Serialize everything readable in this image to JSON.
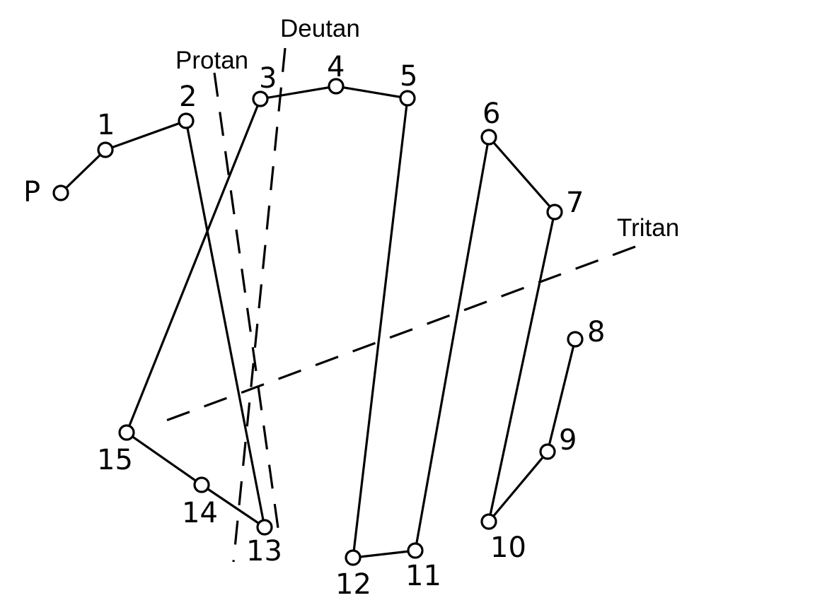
{
  "diagram": {
    "axis_labels": {
      "protan": "Protan",
      "deutan": "Deutan",
      "tritan": "Tritan"
    },
    "caps": [
      {
        "id": "P",
        "label": "P"
      },
      {
        "id": "1",
        "label": "1"
      },
      {
        "id": "2",
        "label": "2"
      },
      {
        "id": "3",
        "label": "3"
      },
      {
        "id": "4",
        "label": "4"
      },
      {
        "id": "5",
        "label": "5"
      },
      {
        "id": "6",
        "label": "6"
      },
      {
        "id": "7",
        "label": "7"
      },
      {
        "id": "8",
        "label": "8"
      },
      {
        "id": "9",
        "label": "9"
      },
      {
        "id": "10",
        "label": "10"
      },
      {
        "id": "11",
        "label": "11"
      },
      {
        "id": "12",
        "label": "12"
      },
      {
        "id": "13",
        "label": "13"
      },
      {
        "id": "14",
        "label": "14"
      },
      {
        "id": "15",
        "label": "15"
      }
    ],
    "arrangement_order": [
      "P",
      "1",
      "2",
      "13",
      "14",
      "15",
      "3",
      "4",
      "5",
      "12",
      "11",
      "6",
      "7",
      "10",
      "9",
      "8"
    ],
    "colors": {
      "stroke": "#000000",
      "background": "#ffffff"
    }
  }
}
